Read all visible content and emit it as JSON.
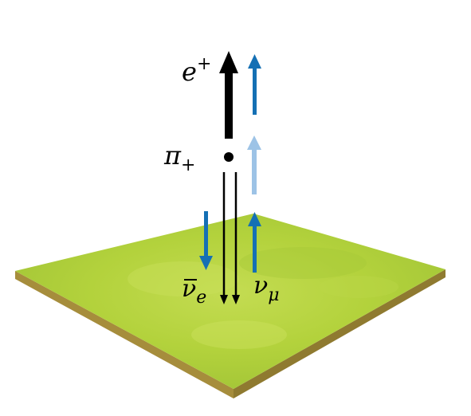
{
  "labels": {
    "positron": "e",
    "positron_sup": "+",
    "pion": "π",
    "pion_sub": "+",
    "electron_antineutrino": "ν",
    "electron_antineutrino_sub": "e",
    "muon_neutrino": "ν",
    "muon_neutrino_sub": "μ"
  },
  "colors": {
    "arrow_black": "#000000",
    "arrow_blue": "#1570b4",
    "arrow_light_blue": "#9dc3e6",
    "ground_top": "#b5d33c",
    "ground_side": "#a08a3a",
    "pion_dot": "#000000"
  },
  "icons": {
    "ground": "grass-ground-plane",
    "pion": "particle-dot"
  }
}
